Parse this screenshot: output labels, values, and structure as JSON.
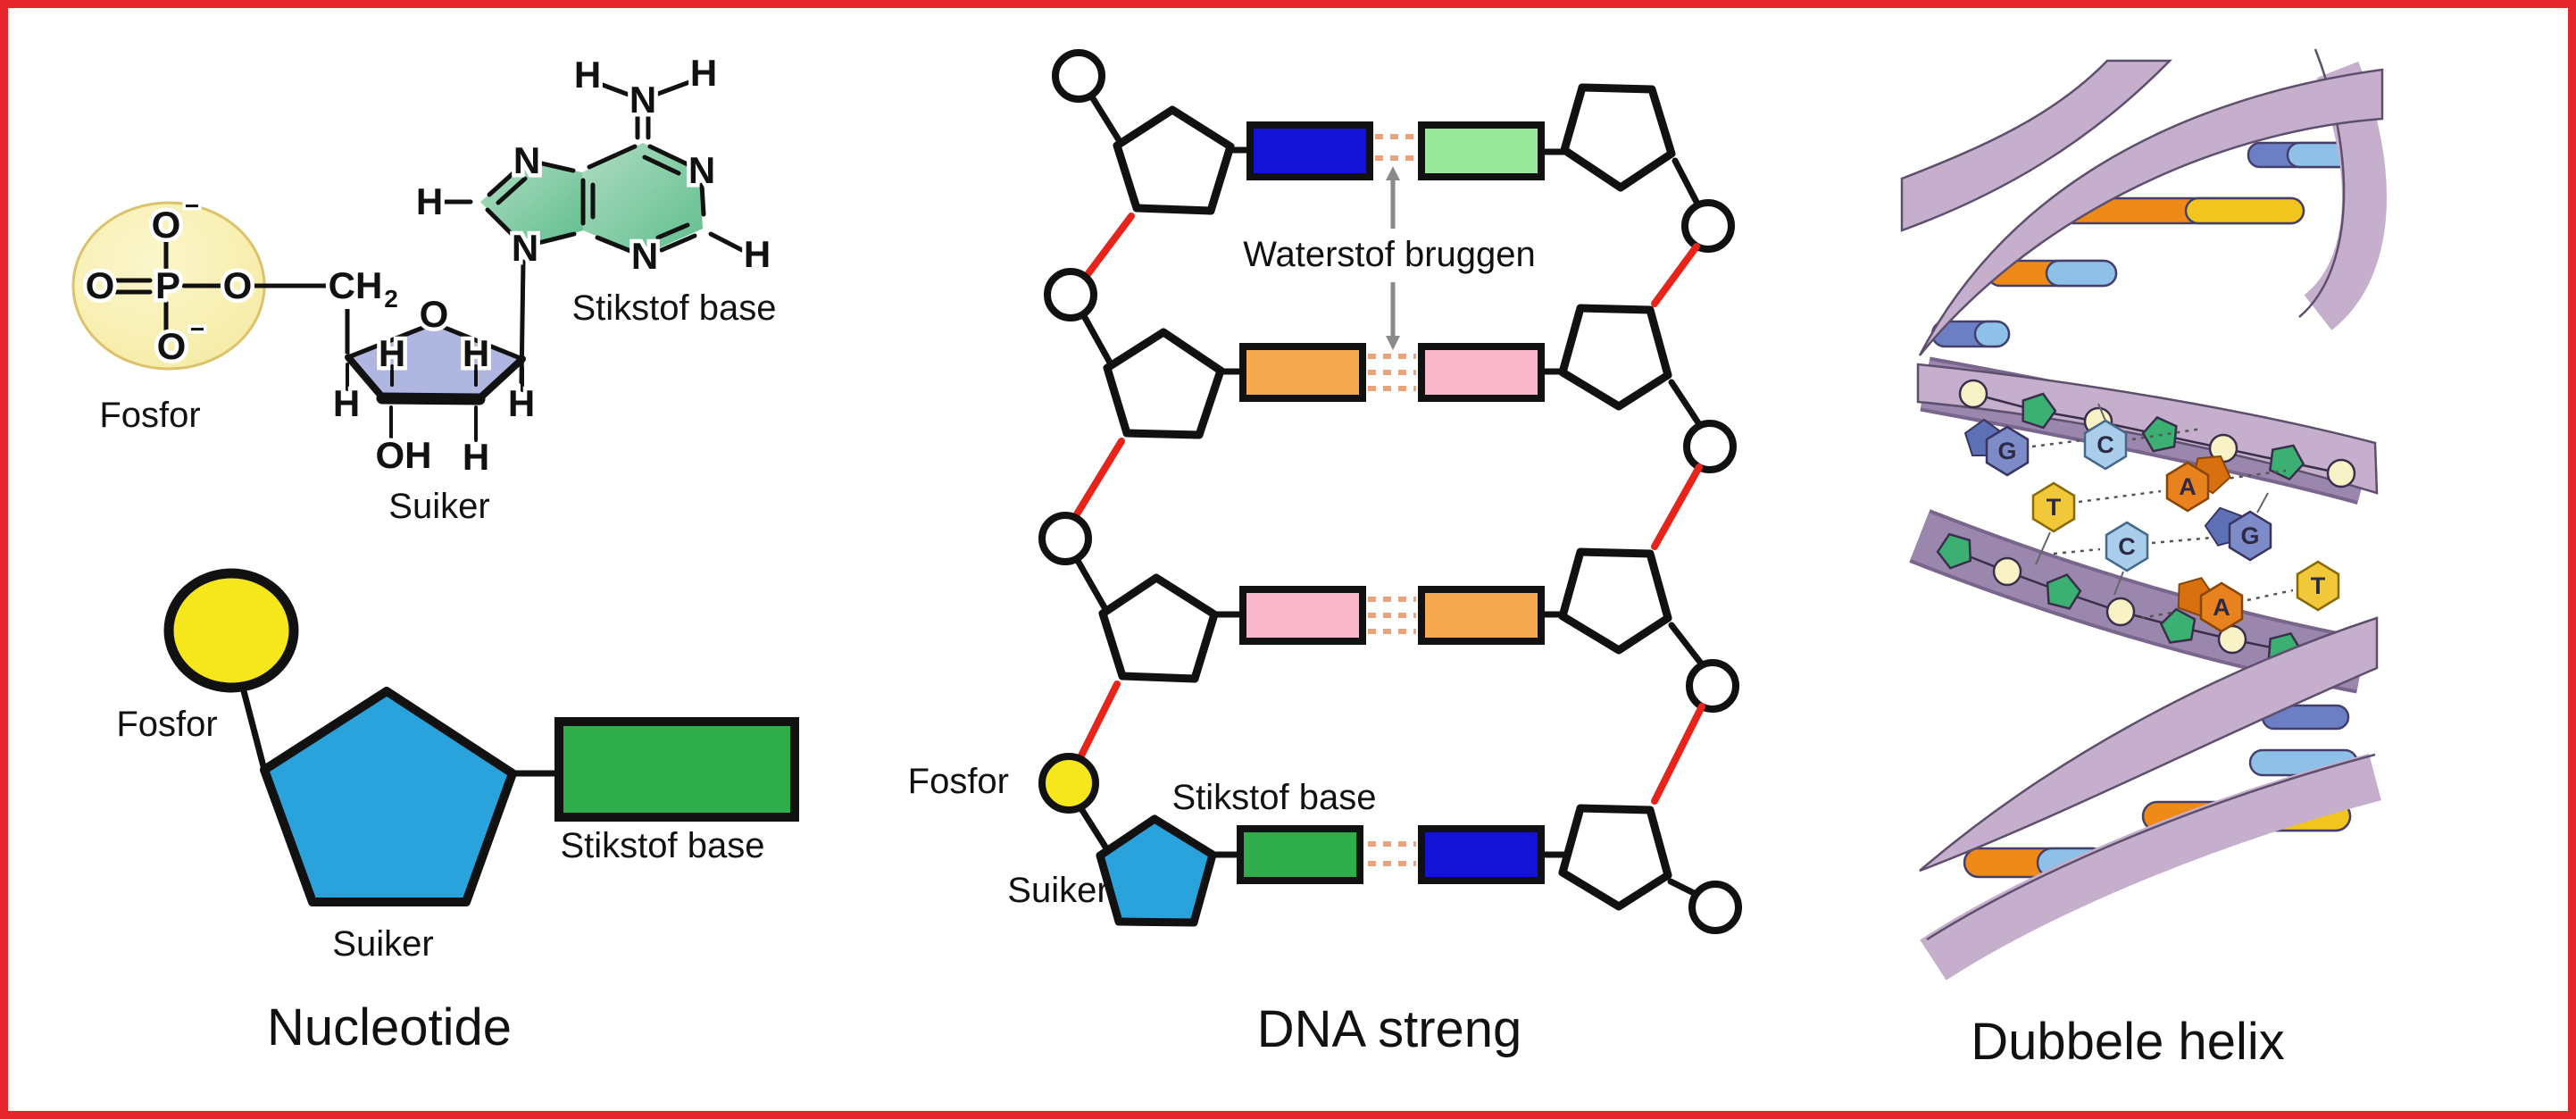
{
  "border_color": "#E5262B",
  "colors": {
    "black": "#111111",
    "red_bond": "#E8231A",
    "dash": "#EBA37B",
    "gray_arrow": "#8a8a8a",
    "blue_base": "#1512D8",
    "light_green_base": "#9AE89A",
    "orange_base": "#F5A84E",
    "pink_base": "#F8B7CB",
    "green_base": "#2FAD4D",
    "yellow_phosphate": "#F6E71C",
    "sugar_blue": "#2AA2DC",
    "phosphate_fill": "#F9F2B6",
    "phosphate_edge": "#DCC36B",
    "ribose_fill": "#AFB6E0",
    "adenine_fill": "#79C8A0",
    "ribbon": "#C5AFCC",
    "ribbon_edge": "#5E4F6E",
    "dark_band": "#9B86AD",
    "helix_dark_blue": "#6D7FC4",
    "helix_light_blue": "#8FC0E8",
    "helix_orange": "#EE8A17",
    "helix_yellow": "#F2C41E",
    "hex_g": "#7D8CC8",
    "hex_c": "#A9CDEA",
    "hex_t": "#F2C83B",
    "hex_a": "#E8821E",
    "pent_green": "#3CAF72",
    "pent_blue": "#5D6FB5",
    "pent_orange": "#D9700F",
    "cream_circle": "#F8F2C6"
  },
  "nucleotide": {
    "title": "Nucleotide",
    "title_color": "#E8262B",
    "fosfor": "Fosfor",
    "suiker": "Suiker",
    "base": "Stikstof base",
    "simple_fosfor": "Fosfor",
    "simple_suiker": "Suiker",
    "simple_base": "Stikstof base",
    "atoms": {
      "h": "H",
      "n": "N",
      "o": "O",
      "p": "P",
      "oh": "OH",
      "ch": "CH",
      "sub2": "2",
      "minus": "−"
    }
  },
  "dna_strand": {
    "title": "DNA streng",
    "hbond_label": "Waterstof bruggen",
    "fosfor": "Fosfor",
    "suiker": "Suiker",
    "base": "Stikstof base",
    "rows": [
      {
        "left_color": "#1512D8",
        "right_color": "#9AE89A",
        "hbonds": 2
      },
      {
        "left_color": "#F5A84E",
        "right_color": "#F8B7CB",
        "hbonds": 3
      },
      {
        "left_color": "#F8B7CB",
        "right_color": "#F5A84E",
        "hbonds": 3
      },
      {
        "left_color": "#2FAD4D",
        "right_color": "#1512D8",
        "hbonds": 2
      }
    ]
  },
  "helix": {
    "title": "Dubbele helix",
    "pairs": [
      {
        "l": "G",
        "r": "C"
      },
      {
        "l": "T",
        "r": "A"
      },
      {
        "l": "C",
        "r": "G"
      },
      {
        "l": "A",
        "r": "T"
      }
    ]
  }
}
